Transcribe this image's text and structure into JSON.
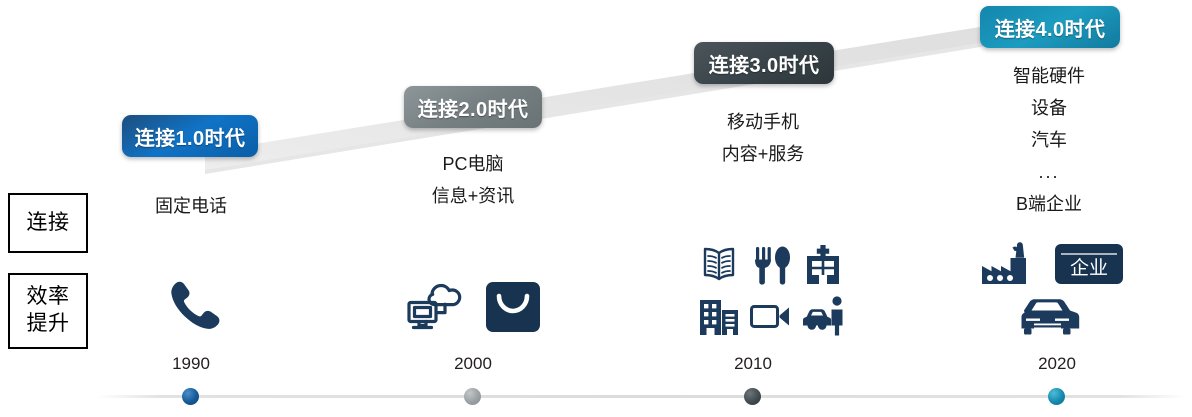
{
  "categories": [
    {
      "name": "connect",
      "lines": [
        "连接"
      ]
    },
    {
      "name": "efficiency",
      "lines": [
        "效率",
        "提升"
      ]
    }
  ],
  "eras": [
    {
      "badge": "连接1.0时代",
      "badge_color": "#0a5ea6",
      "year": "1990",
      "dot_color": "#155a97",
      "descriptions": [
        "固定电话"
      ],
      "icons": [
        "telephone-handset-icon"
      ]
    },
    {
      "badge": "连接2.0时代",
      "badge_color": "#767f82",
      "year": "2000",
      "dot_color": "#9aa0a3",
      "descriptions": [
        "PC电脑",
        "信息+资讯"
      ],
      "icons": [
        "cloud-computer-icon",
        "shopping-bag-icon"
      ]
    },
    {
      "badge": "连接3.0时代",
      "badge_color": "#39444a",
      "year": "2010",
      "dot_color": "#414b50",
      "descriptions": [
        "移动手机",
        "内容+服务"
      ],
      "icons": [
        "open-book-icon",
        "fork-spoon-icon",
        "hospital-icon",
        "office-buildings-icon",
        "video-camera-icon",
        "car-person-icon"
      ]
    },
    {
      "badge": "连接4.0时代",
      "badge_color": "#1c9cc0",
      "year": "2020",
      "dot_color": "#1489ae",
      "descriptions": [
        "智能硬件",
        "设备",
        "汽车",
        "...",
        "B端企业"
      ],
      "icons": [
        "factory-icon",
        "enterprise-card-icon",
        "car-icon"
      ],
      "enterprise_card_label": "企业"
    }
  ],
  "theme": {
    "icon_color": "#1b3a5c",
    "ribbon_color": "#e6e6e6",
    "text_color": "#1a1a1a"
  }
}
